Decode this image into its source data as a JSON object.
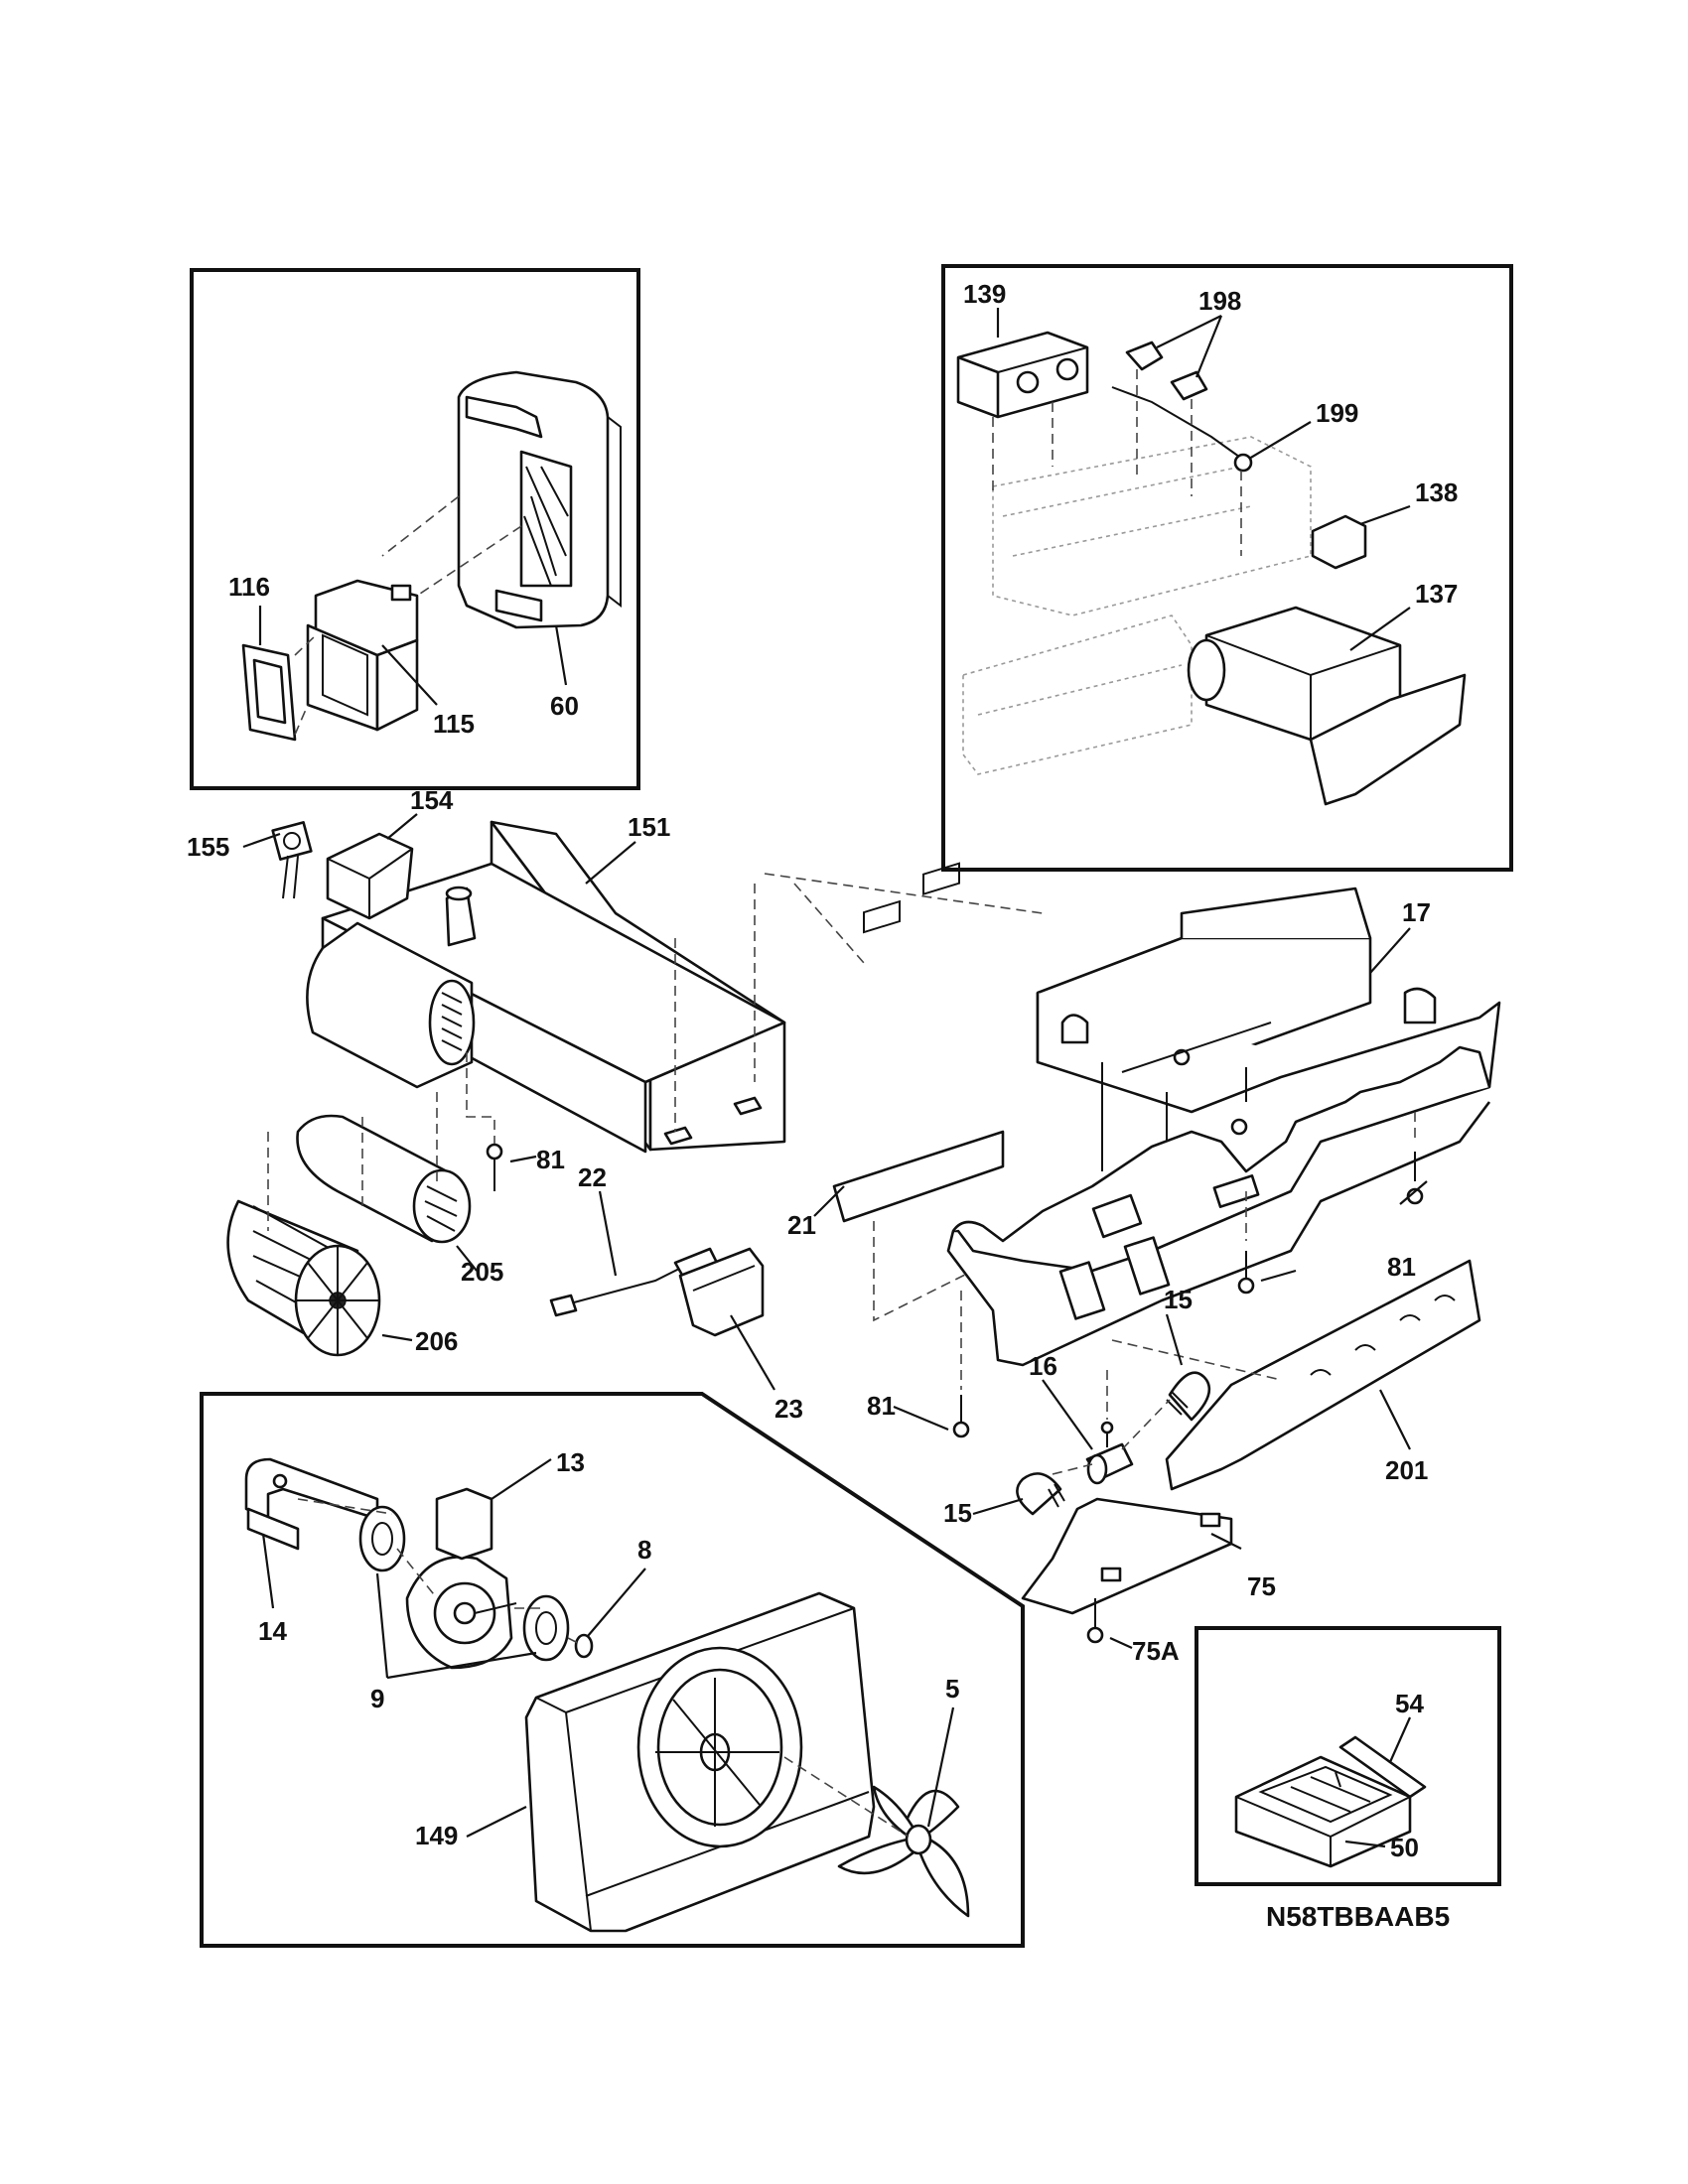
{
  "diagram_code": "N58TBBAAB5",
  "labels": {
    "p116": "116",
    "p115": "115",
    "p60": "60",
    "p139": "139",
    "p198": "198",
    "p199": "199",
    "p138": "138",
    "p137": "137",
    "p155": "155",
    "p154": "154",
    "p151": "151",
    "p17": "17",
    "p81a": "81",
    "p22": "22",
    "p21": "21",
    "p205": "205",
    "p206": "206",
    "p23": "23",
    "p81b": "81",
    "p15a": "15",
    "p16": "16",
    "p81c": "81",
    "p201": "201",
    "p15b": "15",
    "p75": "75",
    "p75A": "75A",
    "p13": "13",
    "p14": "14",
    "p8": "8",
    "p9": "9",
    "p5": "5",
    "p149": "149",
    "p54": "54",
    "p50": "50"
  }
}
